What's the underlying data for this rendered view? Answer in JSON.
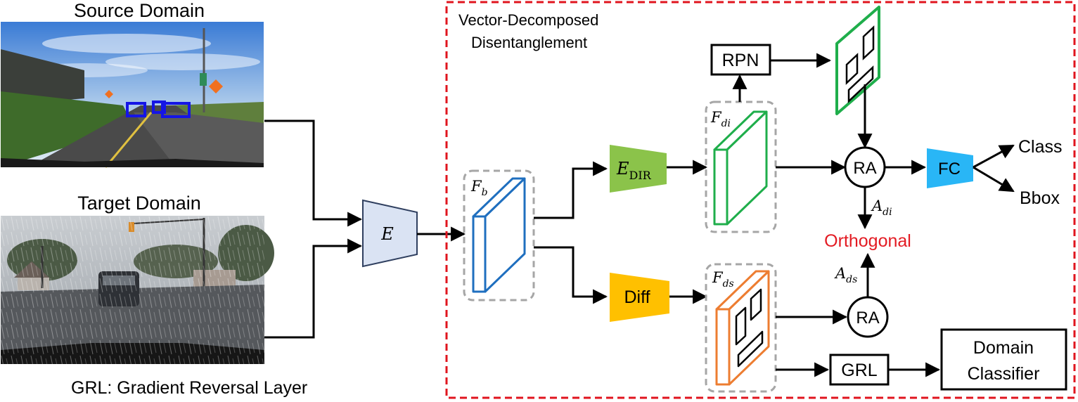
{
  "labels": {
    "source_domain": "Source Domain",
    "target_domain": "Target Domain",
    "grl_legend": "GRL: Gradient Reversal Layer",
    "vdd_line1": "Vector-Decomposed",
    "vdd_line2": "Disentanglement",
    "encoder": "E",
    "fb_main": "F",
    "fb_sub": "b",
    "edir_main": "E",
    "edir_sub": "DIR",
    "diff": "Diff",
    "fdi_main": "F",
    "fdi_sub": "di",
    "fds_main": "F",
    "fds_sub": "ds",
    "rpn": "RPN",
    "ra_top": "RA",
    "ra_bottom": "RA",
    "fc": "FC",
    "class_out": "Class",
    "bbox_out": "Bbox",
    "adi_main": "A",
    "adi_sub": "di",
    "ads_main": "A",
    "ads_sub": "ds",
    "orthogonal": "Orthogonal",
    "grl": "GRL",
    "domain_line1": "Domain",
    "domain_line2": "Classifier"
  },
  "colors": {
    "red_dashed": "#e0141e",
    "gray_dashed": "#a6a6a6",
    "encoder_fill": "#dae3f3",
    "encoder_stroke": "#2f3f5f",
    "edir_fill": "#8bc34a",
    "diff_fill": "#ffc000",
    "fc_fill": "#29b6f6",
    "blue_map": "#1f6fbf",
    "green_map": "#1fae4b",
    "orange_map": "#ed7d31",
    "bbox_blue": "#1515e6",
    "orthogonal_text": "#e31b23"
  },
  "icons": {
    "source_image": "road-scene-photo",
    "target_image": "rainy-road-photo"
  }
}
